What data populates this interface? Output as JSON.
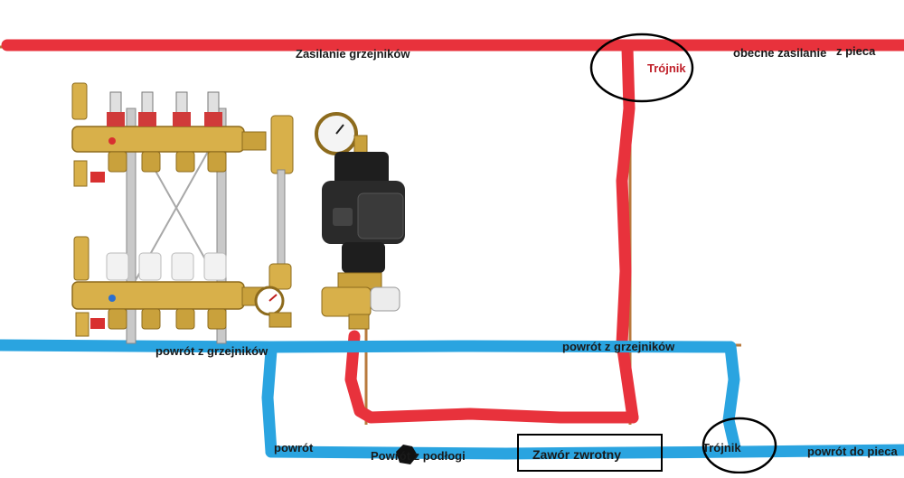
{
  "labels": {
    "supply_radiators": "Zasilanie grzejników",
    "current_supply": "obecne zasilanie",
    "from_boiler": "z pieca",
    "tee_top": "Trójnik",
    "return_left": "powrót z grzejników",
    "return_right": "powrót z grzejników",
    "return_short": "powrót",
    "floor_return": "Powrót z podłogi",
    "check_valve": "Zawór zwrotny",
    "tee_bottom": "Trójnik",
    "return_to_boiler": "powrót do pieca"
  },
  "colors": {
    "supply_line": "#e8323c",
    "return_line": "#2aa4e0",
    "copper_pipe": "#b87a3d",
    "brass": "#d8b04a",
    "label_red": "#c0202a",
    "annotation": "#000000"
  }
}
